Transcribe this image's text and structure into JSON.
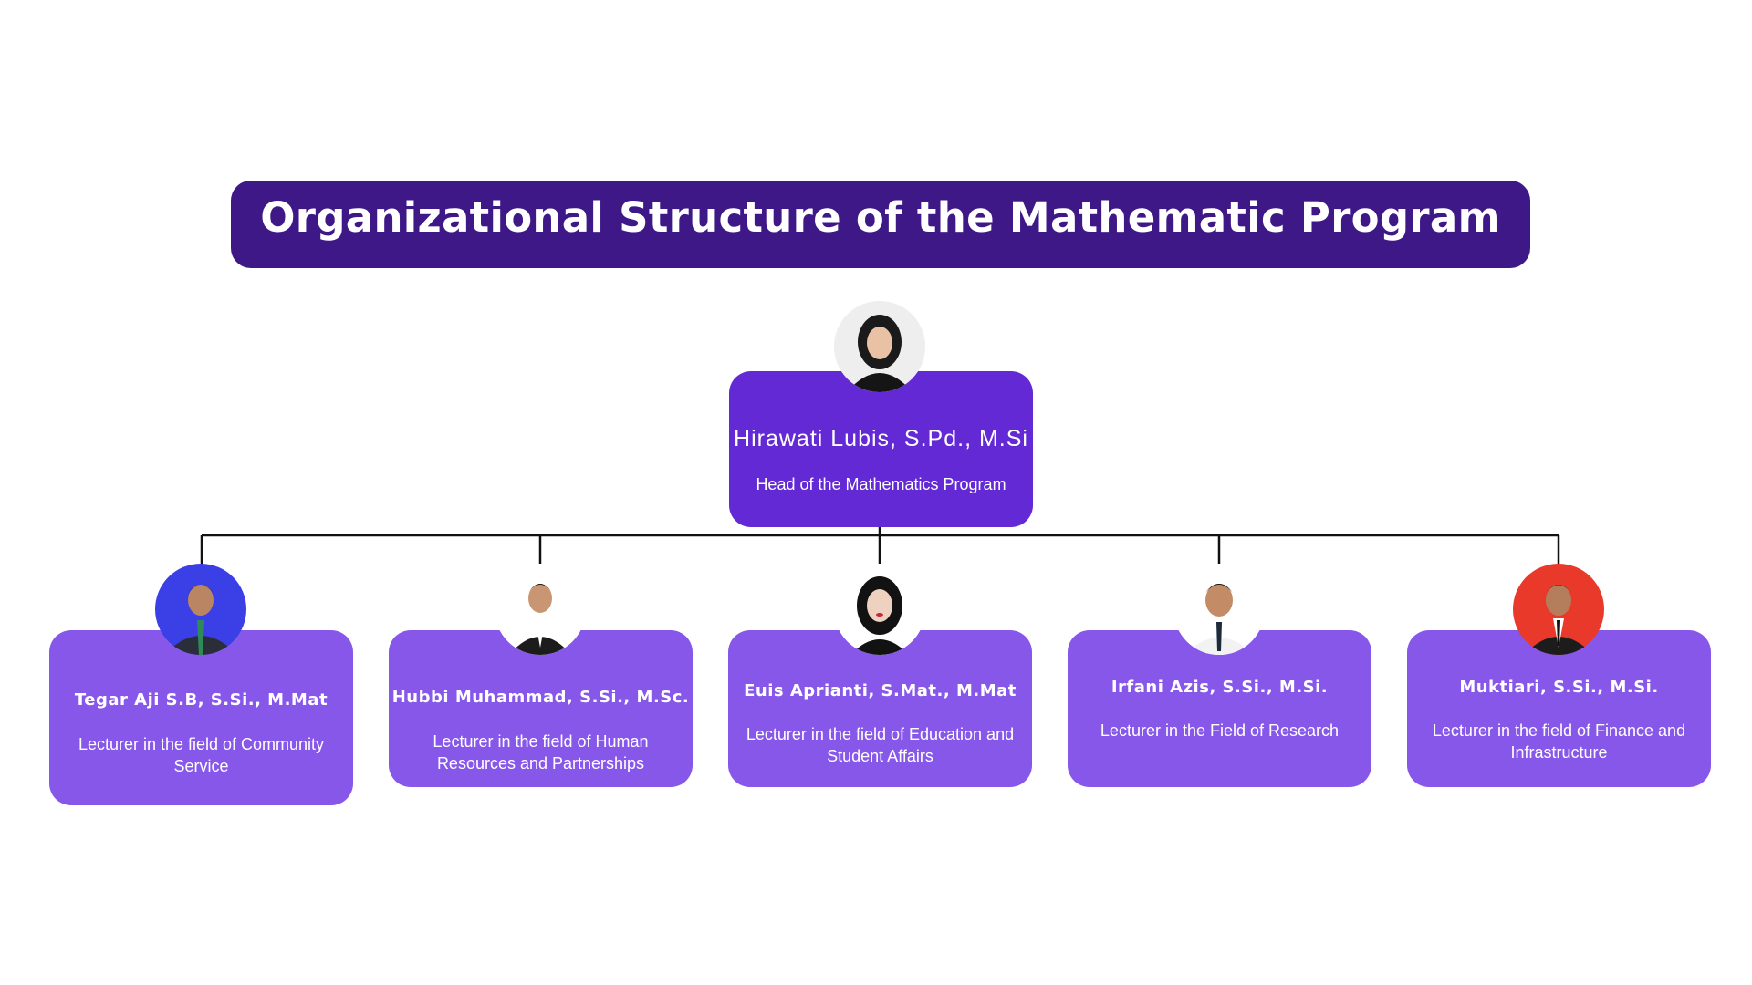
{
  "title": "Organizational Structure of the Mathematic Program",
  "head": {
    "name": "Hirawati Lubis, S.Pd., M.Si",
    "role": "Head of the Mathematics Program"
  },
  "members": [
    {
      "name": "Tegar Aji S.B, S.Si., M.Mat",
      "role": "Lecturer in the field of Community Service",
      "avatar_bg": "#3b3fe6"
    },
    {
      "name": "Hubbi Muhammad, S.Si., M.Sc.",
      "role": "Lecturer in the field of Human Resources and Partnerships",
      "avatar_bg": "#ffffff"
    },
    {
      "name": "Euis Aprianti, S.Mat., M.Mat",
      "role": "Lecturer in the field of Education and Student Affairs",
      "avatar_bg": "#ffffff"
    },
    {
      "name": "Irfani Azis, S.Si., M.Si.",
      "role": "Lecturer in the Field of Research",
      "avatar_bg": "#ffffff"
    },
    {
      "name": "Muktiari, S.Si., M.Si.",
      "role": "Lecturer in the field of Finance and Infrastructure",
      "avatar_bg": "#e8392b"
    }
  ],
  "colors": {
    "title_bg": "#3f1888",
    "head_box": "#6229d4",
    "member_box": "#8757ea",
    "connector": "#111111"
  }
}
